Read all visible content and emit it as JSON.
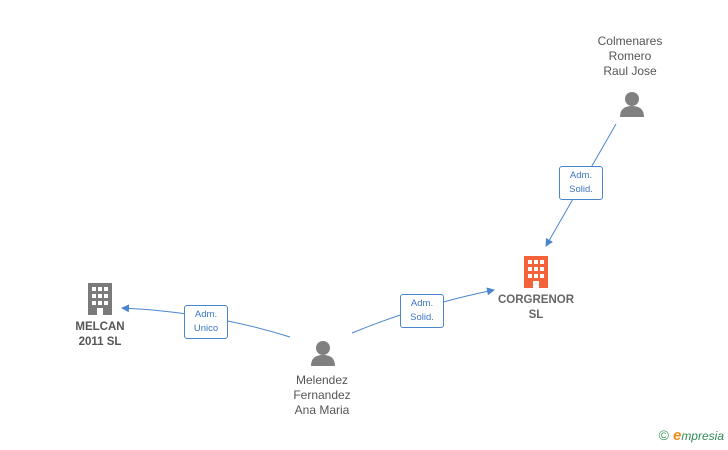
{
  "nodes": {
    "colmenares": {
      "lines": [
        "Colmenares",
        "Romero",
        "Raul Jose"
      ],
      "icon": "person-icon"
    },
    "corgrenor": {
      "lines": [
        "CORGRENOR",
        "SL"
      ],
      "icon": "building-icon",
      "color": "#f4623a"
    },
    "melcan": {
      "lines": [
        "MELCAN",
        "2011 SL"
      ],
      "icon": "building-icon",
      "color": "#7a7a7a"
    },
    "melendez": {
      "lines": [
        "Melendez",
        "Fernandez",
        "Ana Maria"
      ],
      "icon": "person-icon"
    }
  },
  "edges": {
    "colmenares_corgrenor": {
      "lines": [
        "Adm.",
        "Solid."
      ]
    },
    "melendez_melcan": {
      "lines": [
        "Adm.",
        "Unico"
      ]
    },
    "melendez_corgrenor": {
      "lines": [
        "Adm.",
        "Solid."
      ]
    }
  },
  "colors": {
    "edge": "#4a86d0",
    "person": "#808080",
    "focus_building": "#f4623a",
    "building": "#7a7a7a"
  },
  "brand": {
    "copyright": "©",
    "e": "e",
    "name": "mpresia"
  }
}
